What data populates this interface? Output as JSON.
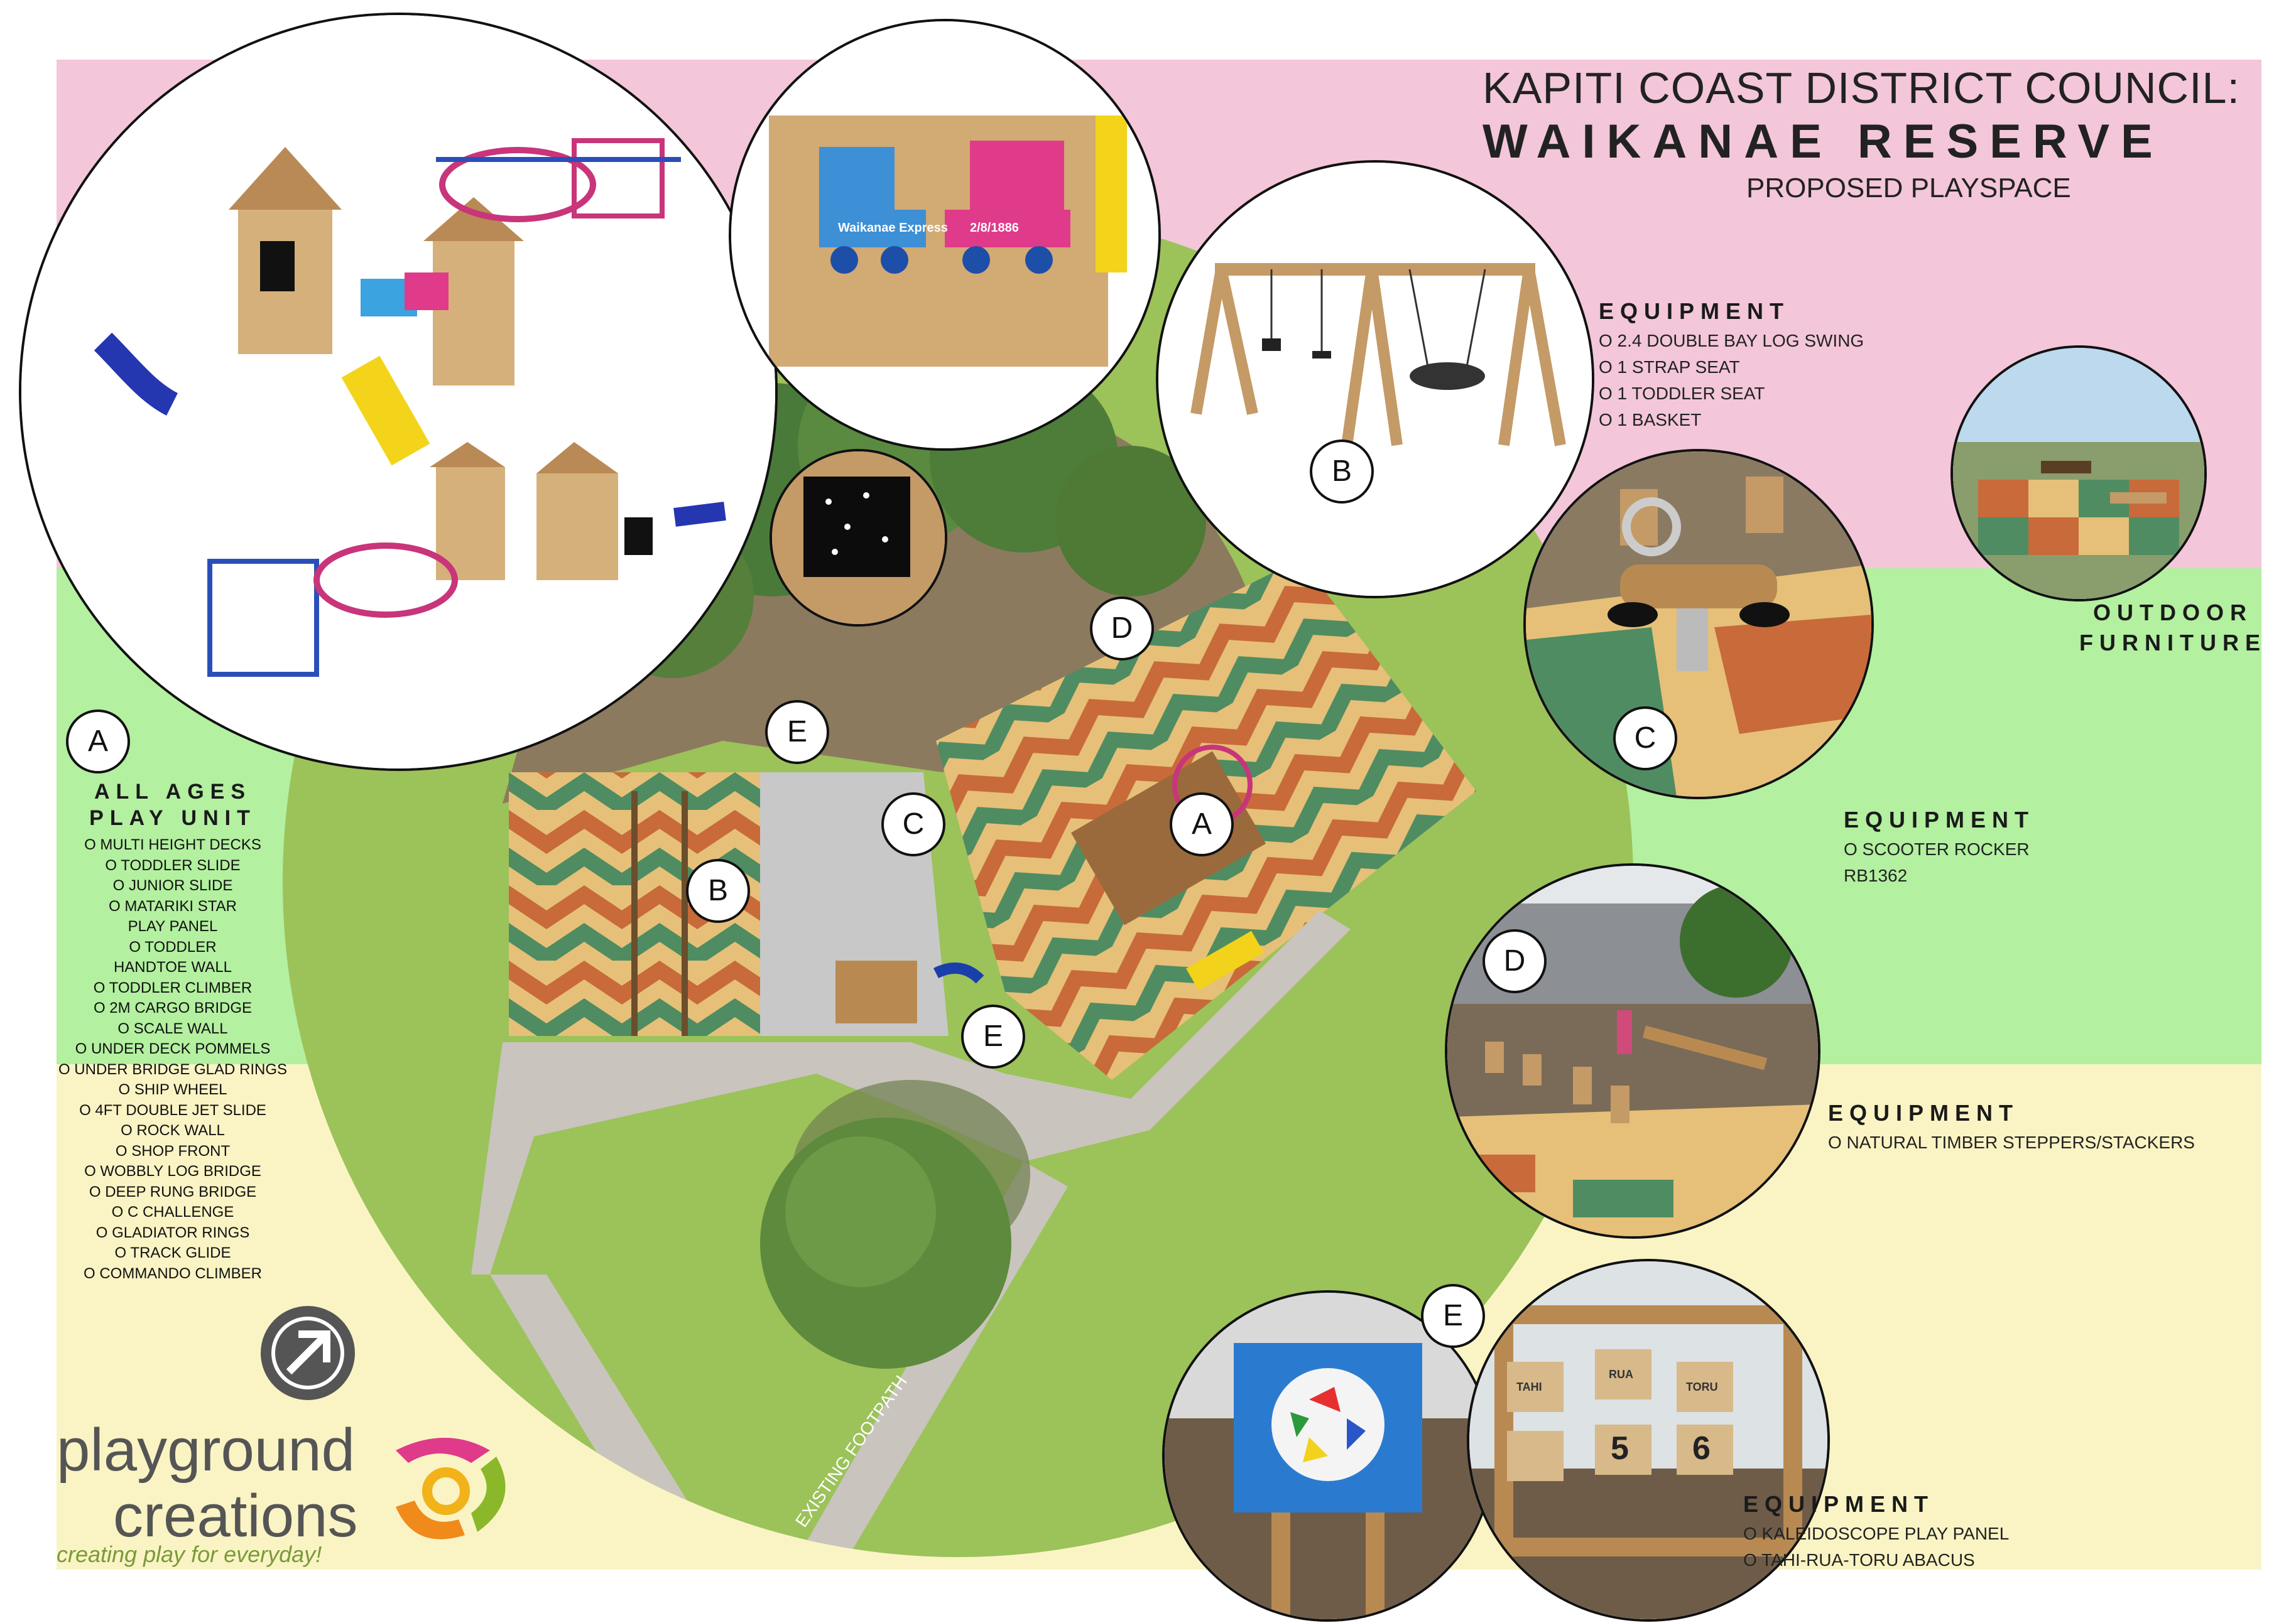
{
  "header": {
    "line1": "KAPITI COAST DISTRICT COUNCIL:",
    "line2": "WAIKANAE RESERVE",
    "line3": "PROPOSED PLAYSPACE"
  },
  "markers": {
    "a": "A",
    "b": "B",
    "c": "C",
    "d": "D",
    "e": "E"
  },
  "swing_panel": {
    "heading": "EQUIPMENT",
    "items": [
      "O 2.4 DOUBLE BAY LOG SWING",
      "O 1 STRAP SEAT",
      "O 1 TODDLER SEAT",
      "O 1 BASKET"
    ]
  },
  "furniture": {
    "line1": "OUTDOOR",
    "line2": "FURNITURE"
  },
  "rocker_panel": {
    "heading": "EQUIPMENT",
    "items": [
      "O SCOOTER ROCKER",
      "RB1362"
    ]
  },
  "steppers_panel": {
    "heading": "EQUIPMENT",
    "items": [
      "O NATURAL TIMBER STEPPERS/STACKERS"
    ]
  },
  "panels_panel": {
    "heading": "EQUIPMENT",
    "items": [
      "O KALEIDOSCOPE PLAY PANEL",
      "O TAHI-RUA-TORU ABACUS"
    ]
  },
  "play_unit": {
    "title1": "ALL AGES",
    "title2": "PLAY UNIT",
    "items": [
      "O MULTI HEIGHT DECKS",
      "O TODDLER SLIDE",
      "O JUNIOR SLIDE",
      "O MATARIKI STAR",
      "PLAY PANEL",
      "O TODDLER",
      "HANDTOE WALL",
      "O TODDLER CLIMBER",
      "O 2M CARGO BRIDGE",
      "O SCALE WALL",
      "O UNDER DECK POMMELS",
      "O UNDER BRIDGE GLAD RINGS",
      "O SHIP WHEEL",
      "O 4FT DOUBLE JET SLIDE",
      "O ROCK WALL",
      "O SHOP FRONT",
      "O WOBBLY LOG BRIDGE",
      "O DEEP RUNG BRIDGE",
      "O C CHALLENGE",
      "O GLADIATOR RINGS",
      "O TRACK GLIDE",
      "O COMMANDO CLIMBER"
    ]
  },
  "site_plan": {
    "footpath_label": "EXISTING FOOTPATH"
  },
  "train_panel": {
    "name": "Waikanae Express",
    "date": "2/8/1886"
  },
  "abacus_panel": {
    "labels": [
      "TAHI",
      "RUA",
      "TORU"
    ],
    "digits": [
      "5",
      "6"
    ]
  },
  "brand": {
    "line1": "playground",
    "line2": "creations",
    "tagline": "creating play for everyday!"
  },
  "colors": {
    "pink_band": "#f3c6d9",
    "green_band": "#b3f0a0",
    "yellow_band": "#faf4c4",
    "grass": "#9cc25a",
    "paver_orange": "#c86a3a",
    "paver_tan": "#e6c078",
    "paver_green": "#4f8c62"
  }
}
